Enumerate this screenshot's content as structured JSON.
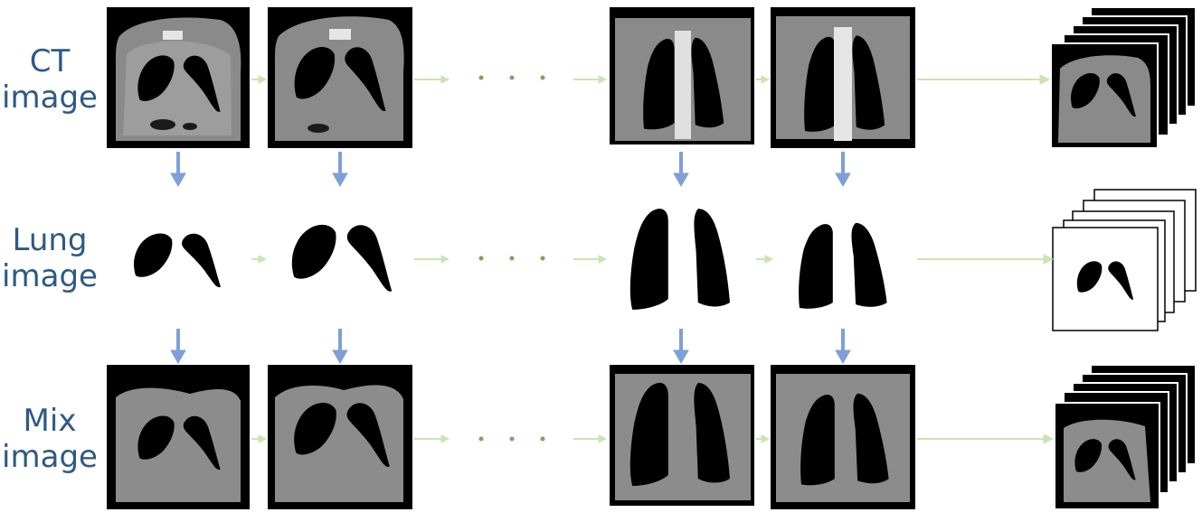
{
  "rows": [
    {
      "key": "ct",
      "label_line1": "CT",
      "label_line2": "image"
    },
    {
      "key": "lung",
      "label_line1": "Lung",
      "label_line2": "image"
    },
    {
      "key": "mix",
      "label_line1": "Mix",
      "label_line2": "image"
    }
  ],
  "ellipsis": "· · ·",
  "colors": {
    "label_text": "#2e5a86",
    "down_arrow": "#7f9fd8",
    "flow_arrow": "#c9e4b4",
    "dots": "#7aa65a",
    "ct_bg": "#000000",
    "mix_fill": "#8c8c8c",
    "lung_fill": "#000000"
  }
}
